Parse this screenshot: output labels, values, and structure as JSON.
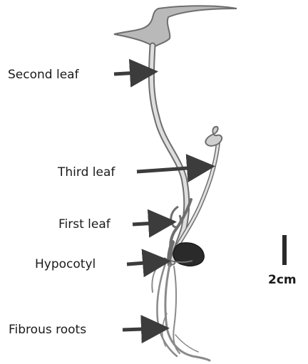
{
  "labels": {
    "second_leaf": "Second leaf",
    "third_leaf": "Third leaf",
    "first_leaf": "First leaf",
    "hypocotyl": "Hypocotyl",
    "fibrous_roots": "Fibrous roots"
  },
  "scale_bar": {
    "label": "2cm"
  },
  "colors": {
    "plant_stroke": "#6e6e6e",
    "plant_fill": "#d8d8d8",
    "arrow": "#3c3c3c",
    "seed": "#2a2a2a"
  }
}
